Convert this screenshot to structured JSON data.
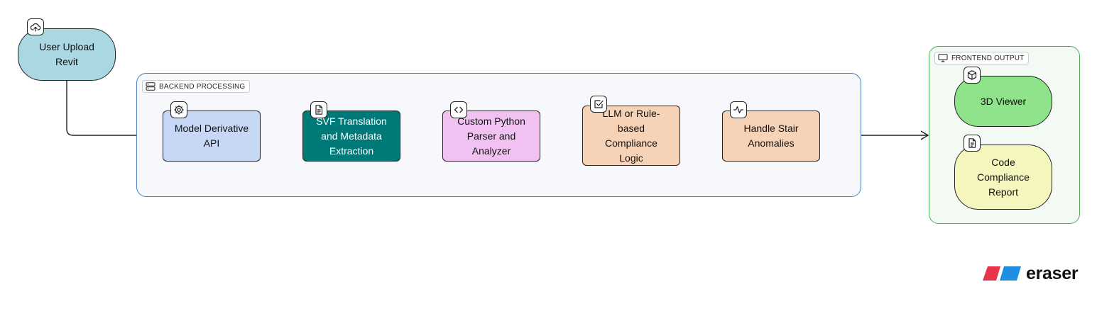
{
  "groups": {
    "backend": {
      "label": "BACKEND PROCESSING",
      "icon": "server-icon",
      "border": "#4a7fc1",
      "fill": "#f6f8fb"
    },
    "frontend": {
      "label": "FRONTEND OUTPUT",
      "icon": "monitor-icon",
      "border": "#4caf50",
      "fill": "#f3faf3"
    }
  },
  "nodes": {
    "upload": {
      "label": "User Upload\nRevit",
      "icon": "cloud-upload-icon",
      "fill": "#a9d8e3"
    },
    "derivative": {
      "label": "Model Derivative\nAPI",
      "icon": "gear-icon",
      "fill": "#c7d8f7"
    },
    "svf": {
      "label": "SVF Translation\nand Metadata\nExtraction",
      "icon": "document-icon",
      "fill": "#007a78",
      "text_color": "#ffffff"
    },
    "parser": {
      "label": "Custom Python\nParser and\nAnalyzer",
      "icon": "code-icon",
      "fill": "#f1c2f1"
    },
    "compliance": {
      "label": "LLM or Rule-\nbased\nCompliance\nLogic",
      "icon": "checkbox-icon",
      "fill": "#f6d2b6"
    },
    "stair": {
      "label": "Handle Stair\nAnomalies",
      "icon": "activity-icon",
      "fill": "#f6d2b6"
    },
    "viewer": {
      "label": "3D Viewer",
      "icon": "cube-icon",
      "fill": "#8fe38a"
    },
    "report": {
      "label": "Code\nCompliance\nReport",
      "icon": "document-icon",
      "fill": "#f4f6bd"
    }
  },
  "logo": {
    "text": "eraser",
    "colors": [
      "#e8344a",
      "#1e8fe1"
    ]
  }
}
